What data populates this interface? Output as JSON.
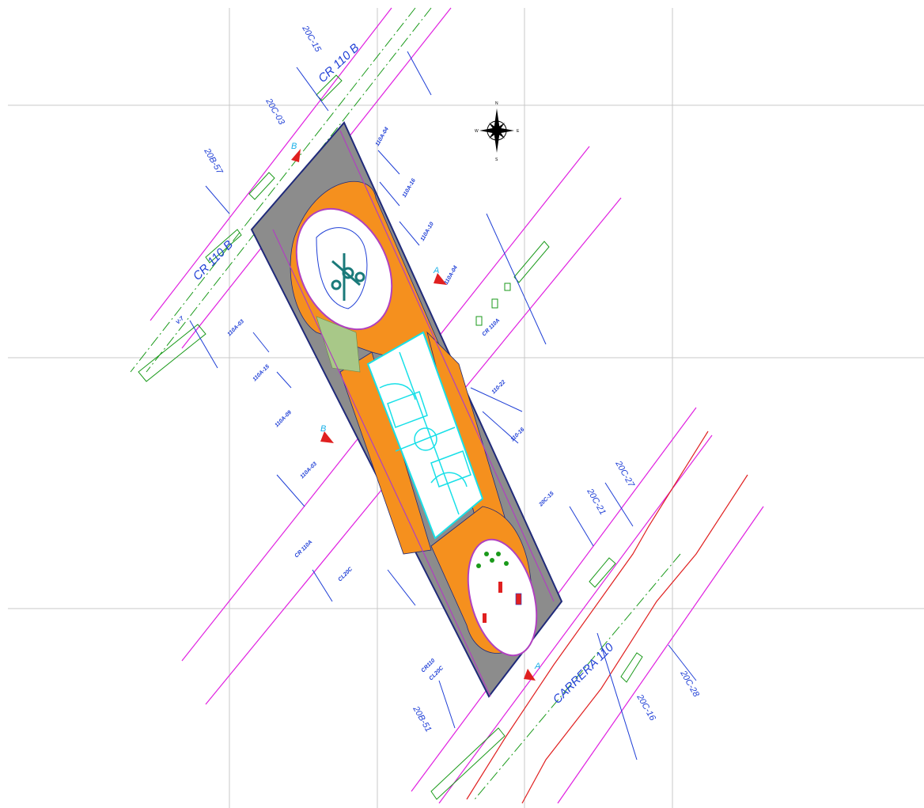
{
  "colors": {
    "grid": "#c8c8c8",
    "magenta": "#e020e0",
    "green": "#1a9a1a",
    "blue": "#1f3fd6",
    "red": "#e02020",
    "paving": "#8c8c8c",
    "orange": "#f5901e",
    "court": "#18e0e8",
    "navy": "#202a7a"
  },
  "streets": {
    "cr110b_top": "CR 110 B",
    "cr110b_left": "CR 110 B",
    "cr110a_right": "CR 110A",
    "cr110a_left": "CR 110A",
    "cl20c": "CL20C",
    "carrera": "CARRERA  110",
    "v7": "V-7",
    "cr110_bottom": "CR110",
    "cl20c_bottom": "CL20C"
  },
  "lots": {
    "l20c15_top": "20C-15",
    "l20c03": "20C-03",
    "l20b57": "20B-57",
    "l110a04_top": "110A-04",
    "l110a16": "110A-16",
    "l110a10": "110A-10",
    "l110a04_right": "110A-04",
    "l110a03": "110A-03",
    "l110a15": "110A-15",
    "l110a09": "110A-09",
    "l110a03_low": "110A-03",
    "l110_22": "110-22",
    "l110_16": "110-16",
    "l20c15_mid": "20C-15",
    "l20c21": "20C-21",
    "l20c27": "20C-27",
    "l20b51": "20B-51",
    "l20c16": "20C-16",
    "l20c28": "20C-28"
  },
  "section_marks": {
    "b_top": "B",
    "b_bottom": "B",
    "a_top": "A",
    "a_bottom": "A"
  },
  "north_arrow": {
    "north": "N",
    "south": "S",
    "east": "E",
    "west": "W"
  }
}
